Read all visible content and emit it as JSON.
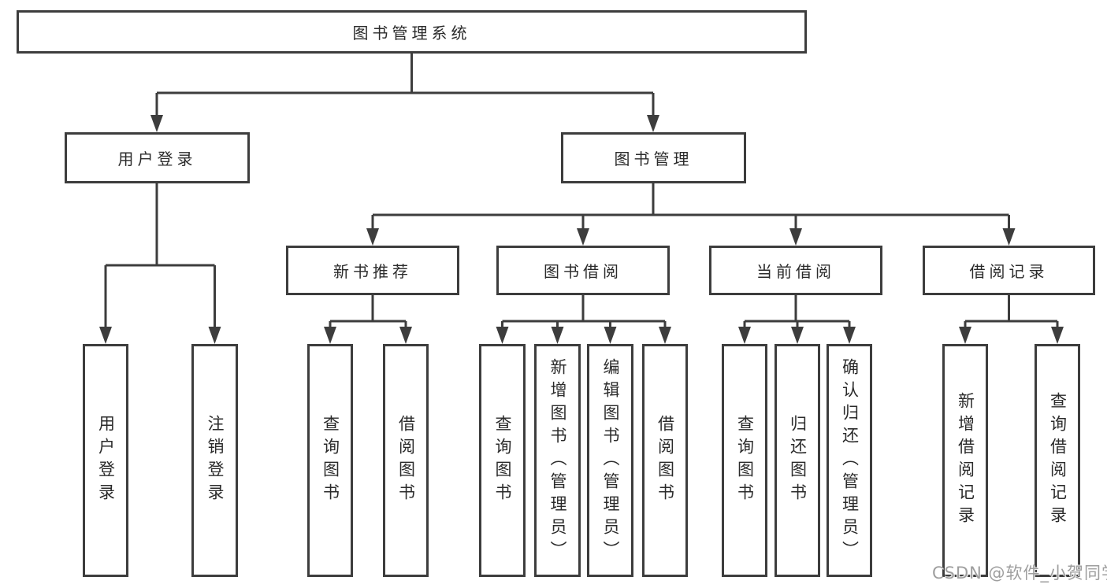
{
  "colors": {
    "line": "#3d3d3d",
    "text": "#2b2b2b",
    "background": "#ffffff",
    "watermark": "#9e9e9e"
  },
  "diagram": {
    "root": {
      "label": "图书管理系统"
    },
    "branches": [
      {
        "label": "用户登录",
        "children": [
          {
            "label": "用户登录"
          },
          {
            "label": "注销登录"
          }
        ]
      },
      {
        "label": "图书管理",
        "children": [
          {
            "label": "新书推荐",
            "children": [
              {
                "label": "查询图书"
              },
              {
                "label": "借阅图书"
              }
            ]
          },
          {
            "label": "图书借阅",
            "children": [
              {
                "label": "查询图书"
              },
              {
                "label": "新增图书（管理员）"
              },
              {
                "label": "编辑图书（管理员）"
              },
              {
                "label": "借阅图书"
              }
            ]
          },
          {
            "label": "当前借阅",
            "children": [
              {
                "label": "查询图书"
              },
              {
                "label": "归还图书"
              },
              {
                "label": "确认归还（管理员）"
              }
            ]
          },
          {
            "label": "借阅记录",
            "children": [
              {
                "label": "新增借阅记录"
              },
              {
                "label": "查询借阅记录"
              }
            ]
          }
        ]
      }
    ]
  },
  "watermark": {
    "text": "CSDN @软件_小贺同学"
  }
}
